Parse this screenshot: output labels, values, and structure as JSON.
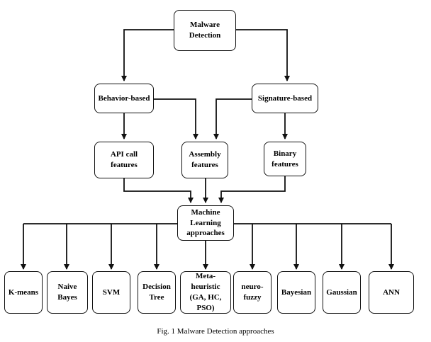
{
  "root": "Malware Detection",
  "level1": {
    "behavior": "Behavior-based",
    "signature": "Signature-based"
  },
  "features": {
    "api": "API call features",
    "assembly": "Assembly\nfeatures",
    "binary": "Binary\nfeatures"
  },
  "ml": "Machine Learning\napproaches",
  "methods": [
    "K-means",
    "Naive Bayes",
    "SVM",
    "Decision\nTree",
    "Meta-heuristic\n(GA, HC, PSO)",
    "neuro-fuzzy",
    "Bayesian",
    "Gaussian",
    "ANN"
  ],
  "caption": "Fig. 1 Malware Detection approaches"
}
